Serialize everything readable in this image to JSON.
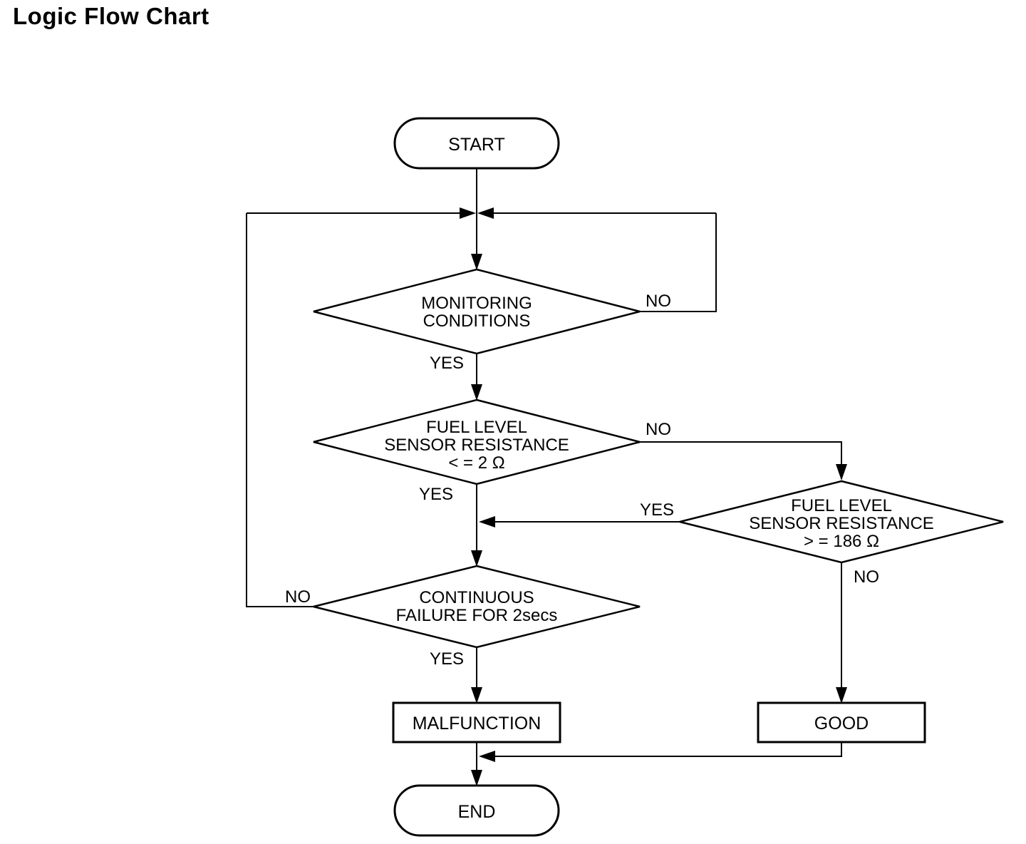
{
  "title": "Logic Flow Chart",
  "colors": {
    "ink": "#000000",
    "paper": "#ffffff"
  },
  "nodes": {
    "start": {
      "label": "START",
      "type": "terminator"
    },
    "monitoring_conditions": {
      "type": "decision",
      "lines": [
        "MONITORING",
        "CONDITIONS"
      ]
    },
    "resistance_low": {
      "type": "decision",
      "lines": [
        "FUEL LEVEL",
        "SENSOR RESISTANCE",
        "< = 2 Ω"
      ]
    },
    "resistance_high": {
      "type": "decision",
      "lines": [
        "FUEL LEVEL",
        "SENSOR RESISTANCE",
        "> = 186 Ω"
      ]
    },
    "continuous_failure": {
      "type": "decision",
      "lines": [
        "CONTINUOUS",
        "FAILURE FOR 2secs"
      ]
    },
    "malfunction": {
      "label": "MALFUNCTION",
      "type": "process"
    },
    "good": {
      "label": "GOOD",
      "type": "process"
    },
    "end": {
      "label": "END",
      "type": "terminator"
    }
  },
  "edge_labels": {
    "monitoring_no": "NO",
    "monitoring_yes": "YES",
    "resistance_low_no": "NO",
    "resistance_low_yes": "YES",
    "resistance_high_yes": "YES",
    "resistance_high_no": "NO",
    "continuous_failure_no": "NO",
    "continuous_failure_yes": "YES"
  }
}
